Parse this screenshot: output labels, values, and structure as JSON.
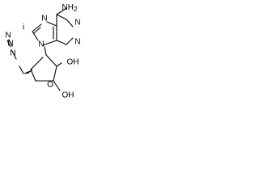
{
  "molecule": {
    "labels": {
      "nh2": "NH",
      "nh2_sub": "2",
      "n1": "N",
      "n3": "N",
      "n7": "N",
      "n9": "N",
      "isotope": "i",
      "ring_o": "O",
      "oh_a": "OH",
      "oh_b": "OH"
    }
  }
}
